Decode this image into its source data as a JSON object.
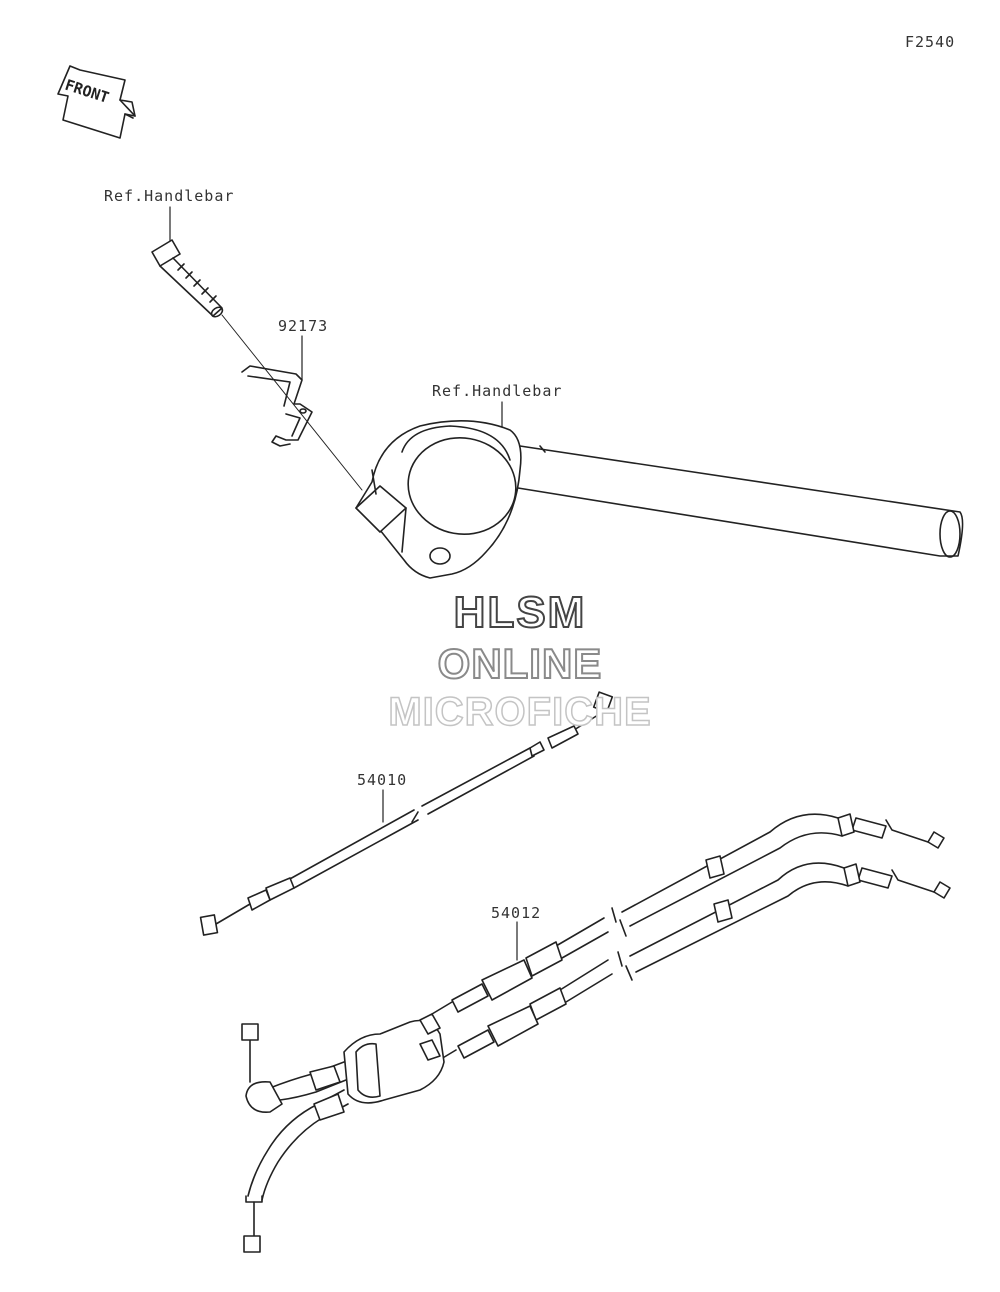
{
  "figure_code": "F2540",
  "front_arrow_label": "FRONT",
  "callouts": {
    "ref_handlebar_top": "Ref.Handlebar",
    "part_92173": "92173",
    "ref_handlebar_clamp": "Ref.Handlebar",
    "part_54010": "54010",
    "part_54012": "54012"
  },
  "watermark": {
    "line1": "HLSM",
    "line2": "ONLINE",
    "line3": "MICROFICHE"
  }
}
